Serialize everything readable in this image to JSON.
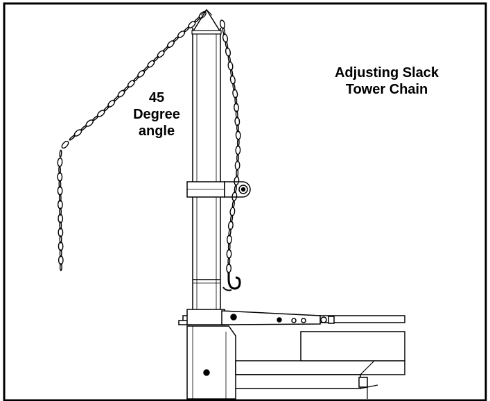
{
  "diagram": {
    "title": {
      "line1": "Adjusting Slack",
      "line2": "Tower Chain"
    },
    "angle_note": {
      "line1": "45",
      "line2": "Degree",
      "line3": "angle"
    },
    "colors": {
      "ink": "#000000",
      "paper": "#ffffff"
    }
  }
}
